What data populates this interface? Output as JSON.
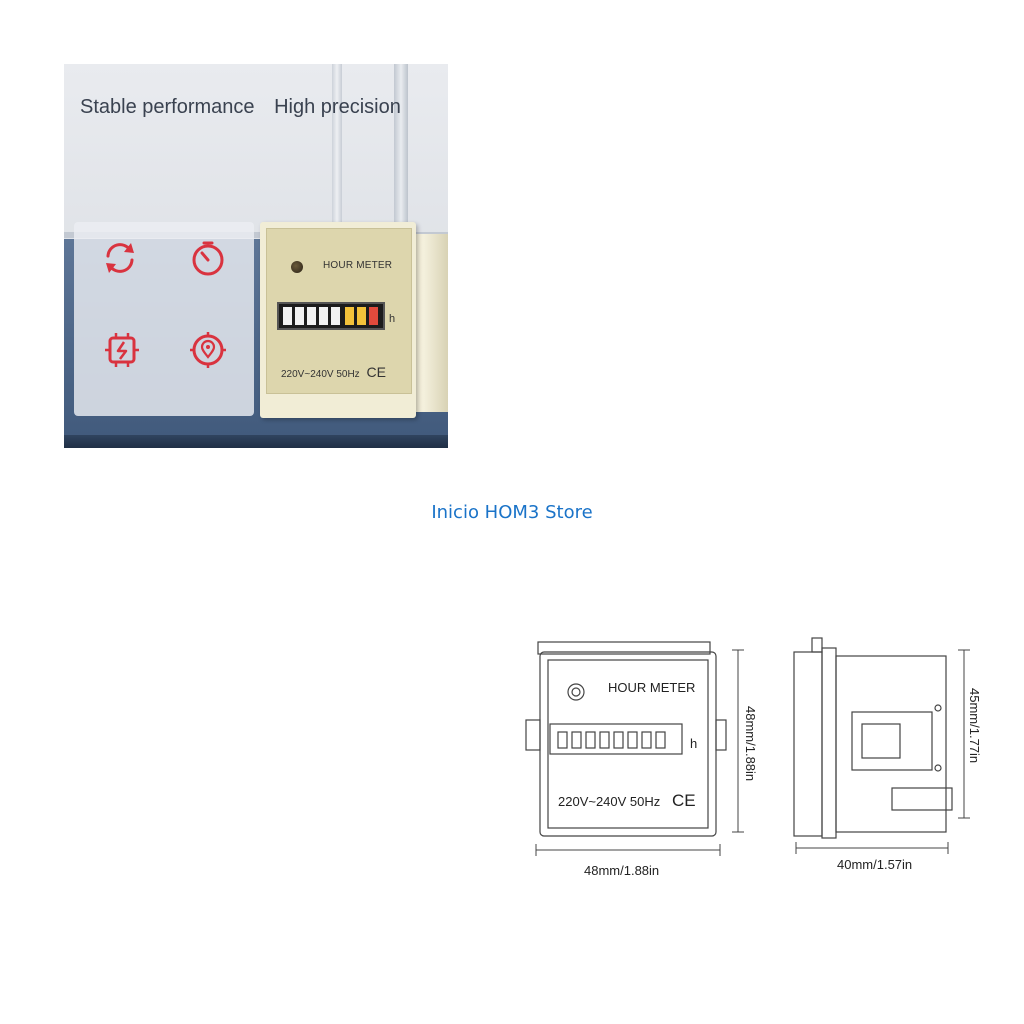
{
  "hero": {
    "headline_left": "Stable performance",
    "headline_right": "High precision",
    "icons": [
      "refresh-icon",
      "timer-icon",
      "power-chip-icon",
      "location-target-icon"
    ],
    "accent_color": "#d9333f",
    "meter": {
      "label": "HOUR METER",
      "unit": "h",
      "spec": "220V~240V  50Hz",
      "mark": "CE"
    }
  },
  "store_link": {
    "text": "Inicio HOM3 Store",
    "color": "#1a73c8"
  },
  "drawing": {
    "front": {
      "label": "HOUR METER",
      "unit": "h",
      "spec": "220V~240V  50Hz",
      "mark": "CE",
      "width_label": "48mm/1.88in",
      "height_label": "48mm/1.88in"
    },
    "side": {
      "depth_label": "40mm/1.57in",
      "height_label": "45mm/1.77in"
    }
  }
}
